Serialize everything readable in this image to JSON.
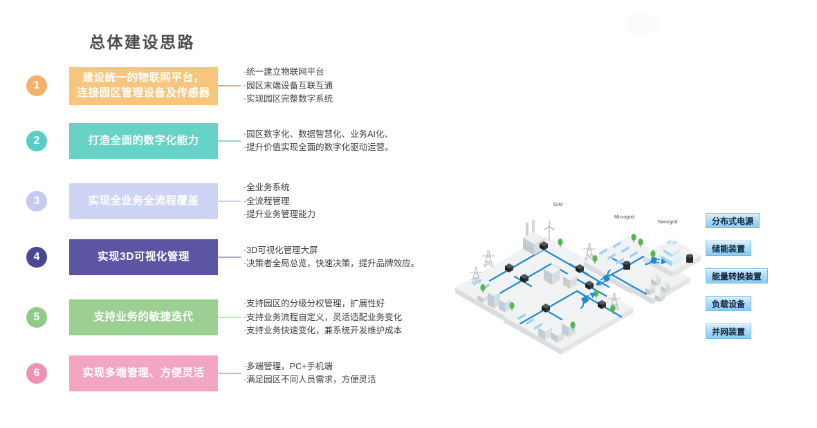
{
  "title": "总体建设思路",
  "items": [
    {
      "number": "1",
      "heading_lines": [
        "建设统一的物联网平台，",
        "连接园区管理设备及传感器"
      ],
      "bullets": [
        "·统一建立物联网平台",
        "·园区末端设备互联互通",
        "·实现园区完整数字系统"
      ]
    },
    {
      "number": "2",
      "heading_lines": [
        "打造全面的数字化能力"
      ],
      "bullets": [
        "·园区数字化、数据智慧化、业务AI化、",
        "·提升价值实现全面的数字化驱动运营。"
      ]
    },
    {
      "number": "3",
      "heading_lines": [
        "实现全业务全流程覆盖"
      ],
      "bullets": [
        "·全业务系统",
        "·全流程管理",
        "·提升业务管理能力"
      ]
    },
    {
      "number": "4",
      "heading_lines": [
        "实现3D可视化管理"
      ],
      "bullets": [
        "·3D可视化管理大屏",
        "·决策者全局总览，快速决策，提升品牌效应。"
      ]
    },
    {
      "number": "5",
      "heading_lines": [
        "支持业务的敏捷迭代"
      ],
      "bullets": [
        "·支持园区的分级分权管理，扩展性好",
        "·支持业务流程自定义，灵活适配业务变化",
        "·支持业务快速变化，兼系统开发维护成本"
      ]
    },
    {
      "number": "6",
      "heading_lines": [
        "实现多端管理、方便灵活"
      ],
      "bullets": [
        "·多端管理，PC+手机端",
        "·满足园区不同人员需求，方便灵活"
      ]
    }
  ],
  "diagram": {
    "labels": {
      "grid": "Grid",
      "microgrid": "Microgrid",
      "nanogrid": "Nanogrid"
    },
    "legend": [
      "分布式电源",
      "储能装置",
      "能量转换装置",
      "负载设备",
      "并网装置"
    ]
  },
  "palette": {
    "step_colors": [
      "#f8c57e",
      "#66d2c8",
      "#cfd4f4",
      "#5c55a4",
      "#9cd093",
      "#f3a6c4"
    ],
    "step_badge_colors": [
      "#f2b269",
      "#58cec4",
      "#c5cbf0",
      "#4b4795",
      "#8fcb87",
      "#ee91b5"
    ],
    "power_line_blue": "#1f8ccb",
    "legend_chip_blue": "#a6d9f5",
    "title_gray": "#4d4d4d"
  }
}
